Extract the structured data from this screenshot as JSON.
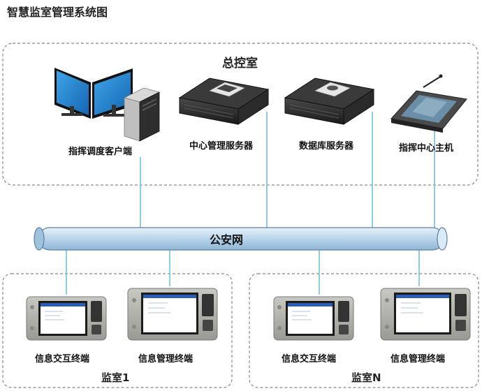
{
  "title": "智慧监室管理系统图",
  "control_room": {
    "label": "总控室"
  },
  "devices": {
    "dispatch_client": "指挥调度客户端",
    "mgmt_server": "中心管理服务器",
    "db_server": "数据库服务器",
    "command_host": "指挥中心主机"
  },
  "network": {
    "label": "公安网"
  },
  "cell_1": {
    "label": "监室1",
    "interactive_terminal": "信息交互终端",
    "management_terminal": "信息管理终端"
  },
  "cell_n": {
    "label": "监室N",
    "interactive_terminal": "信息交互终端",
    "management_terminal": "信息管理终端"
  },
  "colors": {
    "bus_fill": "#c9dff0",
    "link_line": "#6fc3de",
    "dashed_border": "#888888"
  }
}
